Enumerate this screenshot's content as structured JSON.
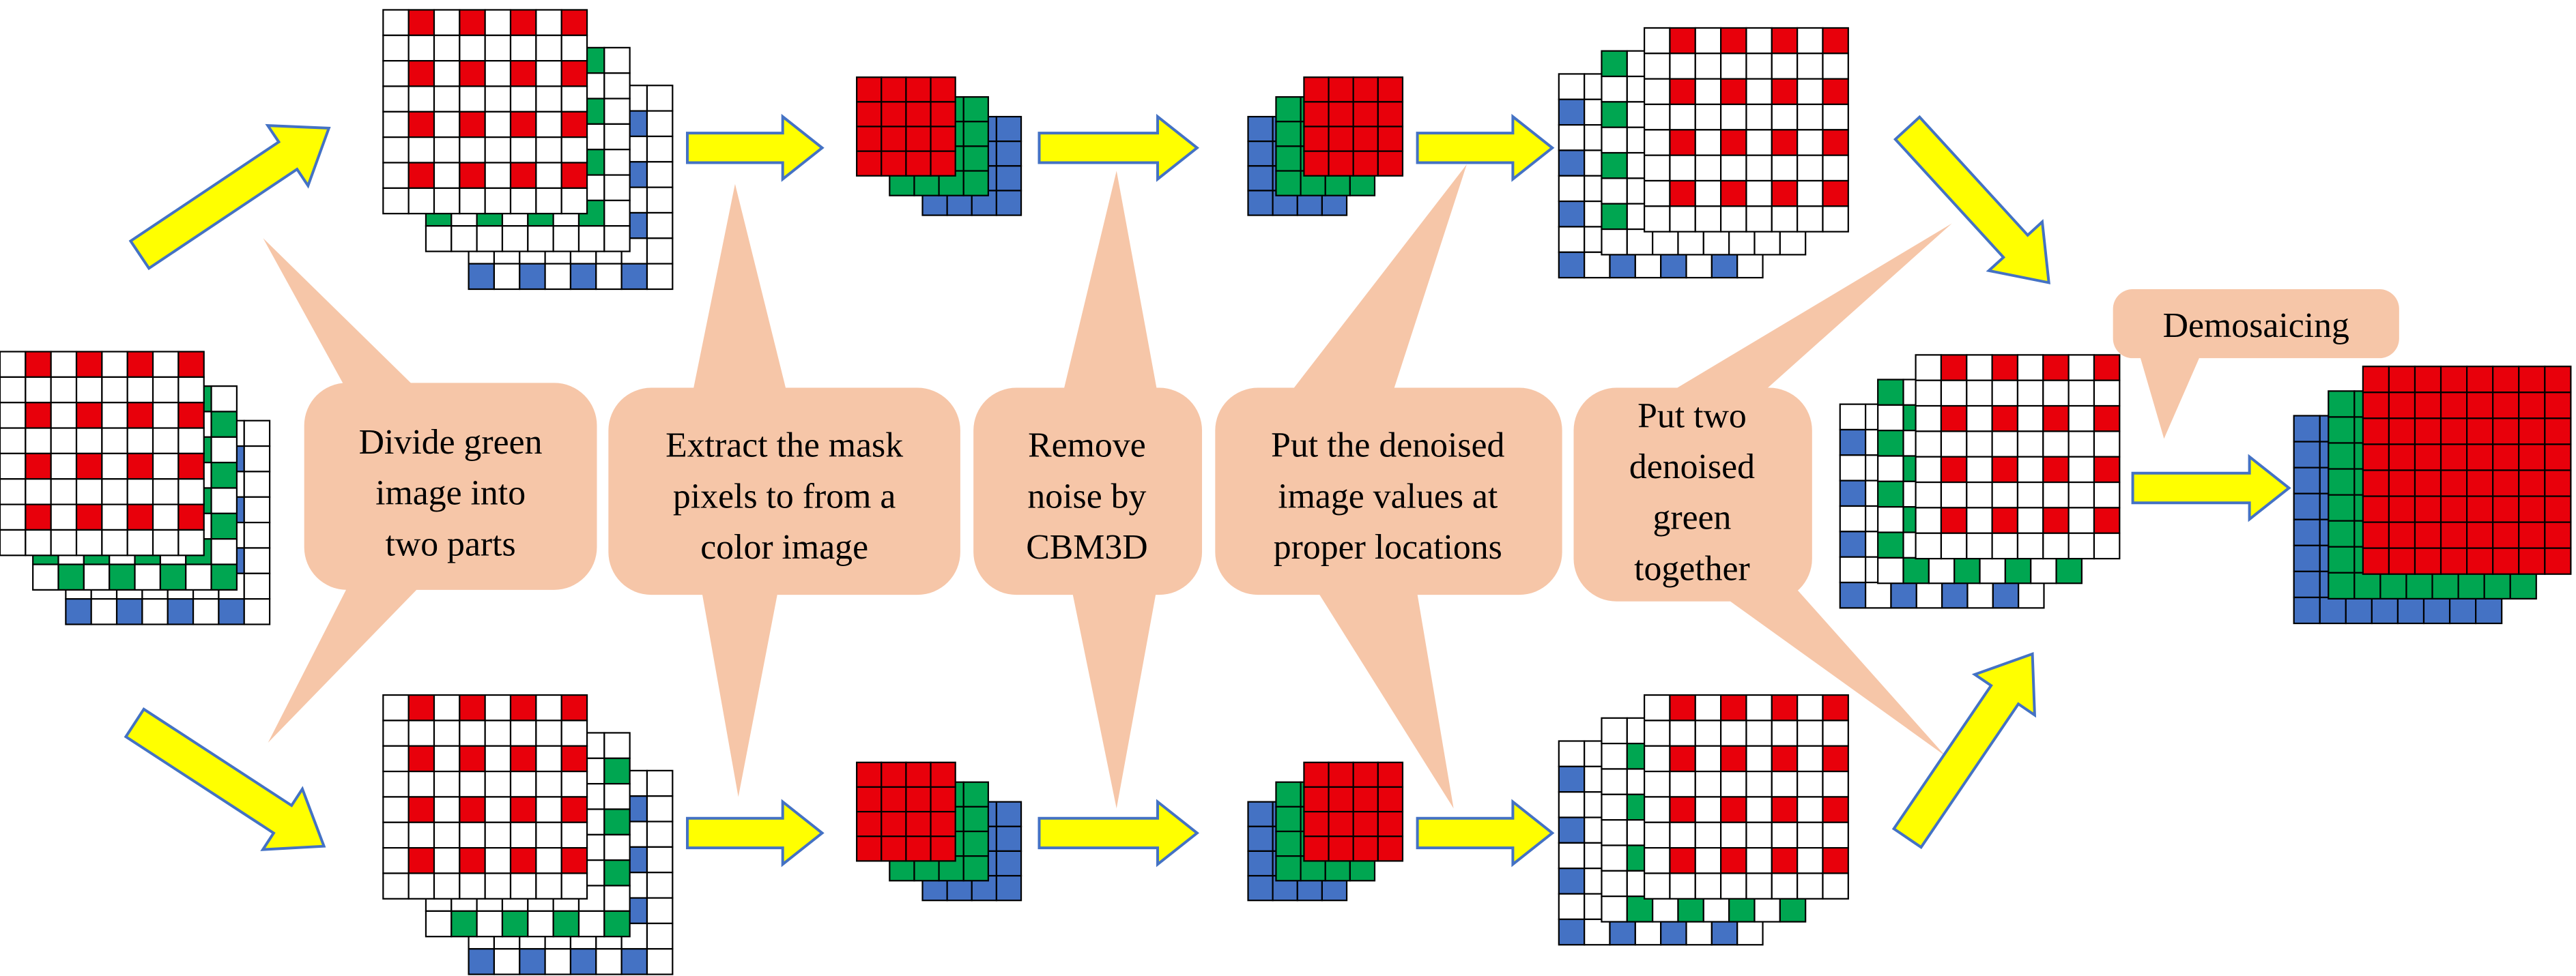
{
  "labels": {
    "divide": [
      "Divide green",
      "image into",
      "two parts"
    ],
    "extract": [
      "Extract the mask",
      "pixels to from a",
      "color image"
    ],
    "remove": [
      "Remove",
      "noise by",
      "CBM3D"
    ],
    "put_values": [
      "Put the denoised",
      "image values at",
      "proper locations"
    ],
    "put_two": [
      "Put two",
      "denoised",
      "green",
      "together"
    ],
    "demosaicing": "Demosaicing"
  },
  "colors": {
    "red": "#e8000b",
    "green": "#00a651",
    "blue": "#4472c4",
    "white": "#ffffff",
    "grid_line": "#000000",
    "arrow_fill": "#ffff00",
    "arrow_stroke": "#4472c4",
    "callout": "#f6c6a8"
  },
  "icons": {
    "process_arrow": "yellow-arrow-icon",
    "pixel_grid": "cfa-mosaic-icon"
  }
}
